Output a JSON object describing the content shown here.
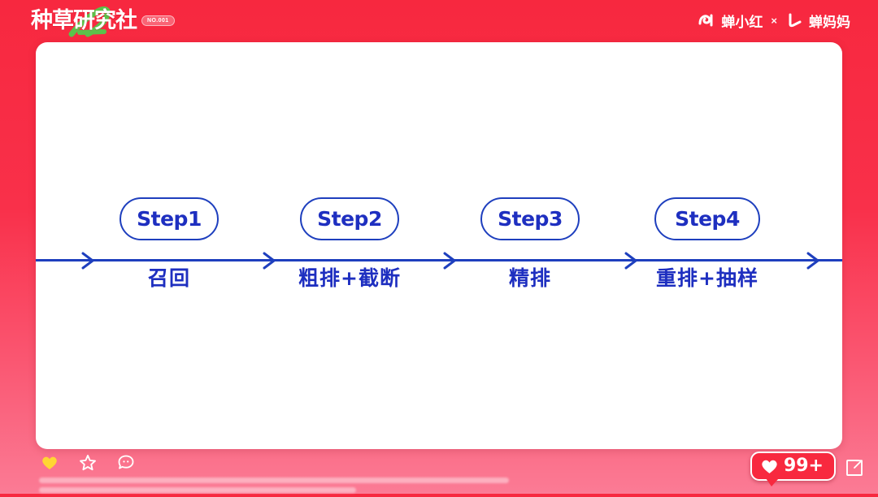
{
  "header": {
    "logo_text": "种草研究社",
    "logo_badge": "NO.001",
    "cobrand": {
      "left_name": "蝉小红",
      "separator": "×",
      "right_name": "蝉妈妈",
      "left_icon": "chan-xiaohong-logo-icon",
      "right_icon": "chan-mama-logo-icon"
    },
    "accent_red": "#F7283F",
    "logo_stroke_color": "#5BC24A"
  },
  "card": {
    "background": "#FFFFFF",
    "flow": {
      "type": "horizontal-step-flow",
      "line_color": "#1E3FBE",
      "node_text_color": "#1E2FC0",
      "steps": [
        {
          "node": "Step1",
          "caption": "召回"
        },
        {
          "node": "Step2",
          "caption": "粗排+截断"
        },
        {
          "node": "Step3",
          "caption": "精排"
        },
        {
          "node": "Step4",
          "caption": "重排+抽样"
        }
      ],
      "arrow_count": 5
    }
  },
  "bottom_bar": {
    "icons": [
      {
        "name": "heart-icon",
        "state": "liked",
        "color": "#FFD633"
      },
      {
        "name": "star-icon",
        "state": "default",
        "color": "#FFFFFF"
      },
      {
        "name": "comment-icon",
        "state": "default",
        "color": "#FFFFFF"
      }
    ],
    "like_badge": {
      "icon": "heart-icon",
      "count": "99+",
      "background": "#F8293F"
    },
    "share_icon": "share-external-icon"
  }
}
